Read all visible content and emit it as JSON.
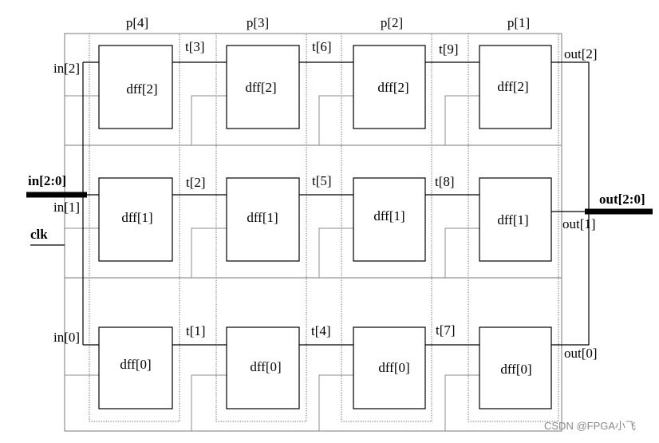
{
  "stages": [
    {
      "label": "p[4]"
    },
    {
      "label": "p[3]"
    },
    {
      "label": "p[2]"
    },
    {
      "label": "p[1]"
    }
  ],
  "rows": [
    {
      "block_label": "dff[2]",
      "input": "in[2]",
      "output": "out[2]",
      "links": [
        "t[3]",
        "t[6]",
        "t[9]"
      ]
    },
    {
      "block_label": "dff[1]",
      "input": "in[1]",
      "output": "out[1]",
      "links": [
        "t[2]",
        "t[5]",
        "t[8]"
      ]
    },
    {
      "block_label": "dff[0]",
      "input": "in[0]",
      "output": "out[0]",
      "links": [
        "t[1]",
        "t[4]",
        "t[7]"
      ]
    }
  ],
  "ports": {
    "in_bus": "in[2:0]",
    "clk": "clk",
    "out_bus": "out[2:0]"
  },
  "watermark": "CSDN @FPGA小飞"
}
